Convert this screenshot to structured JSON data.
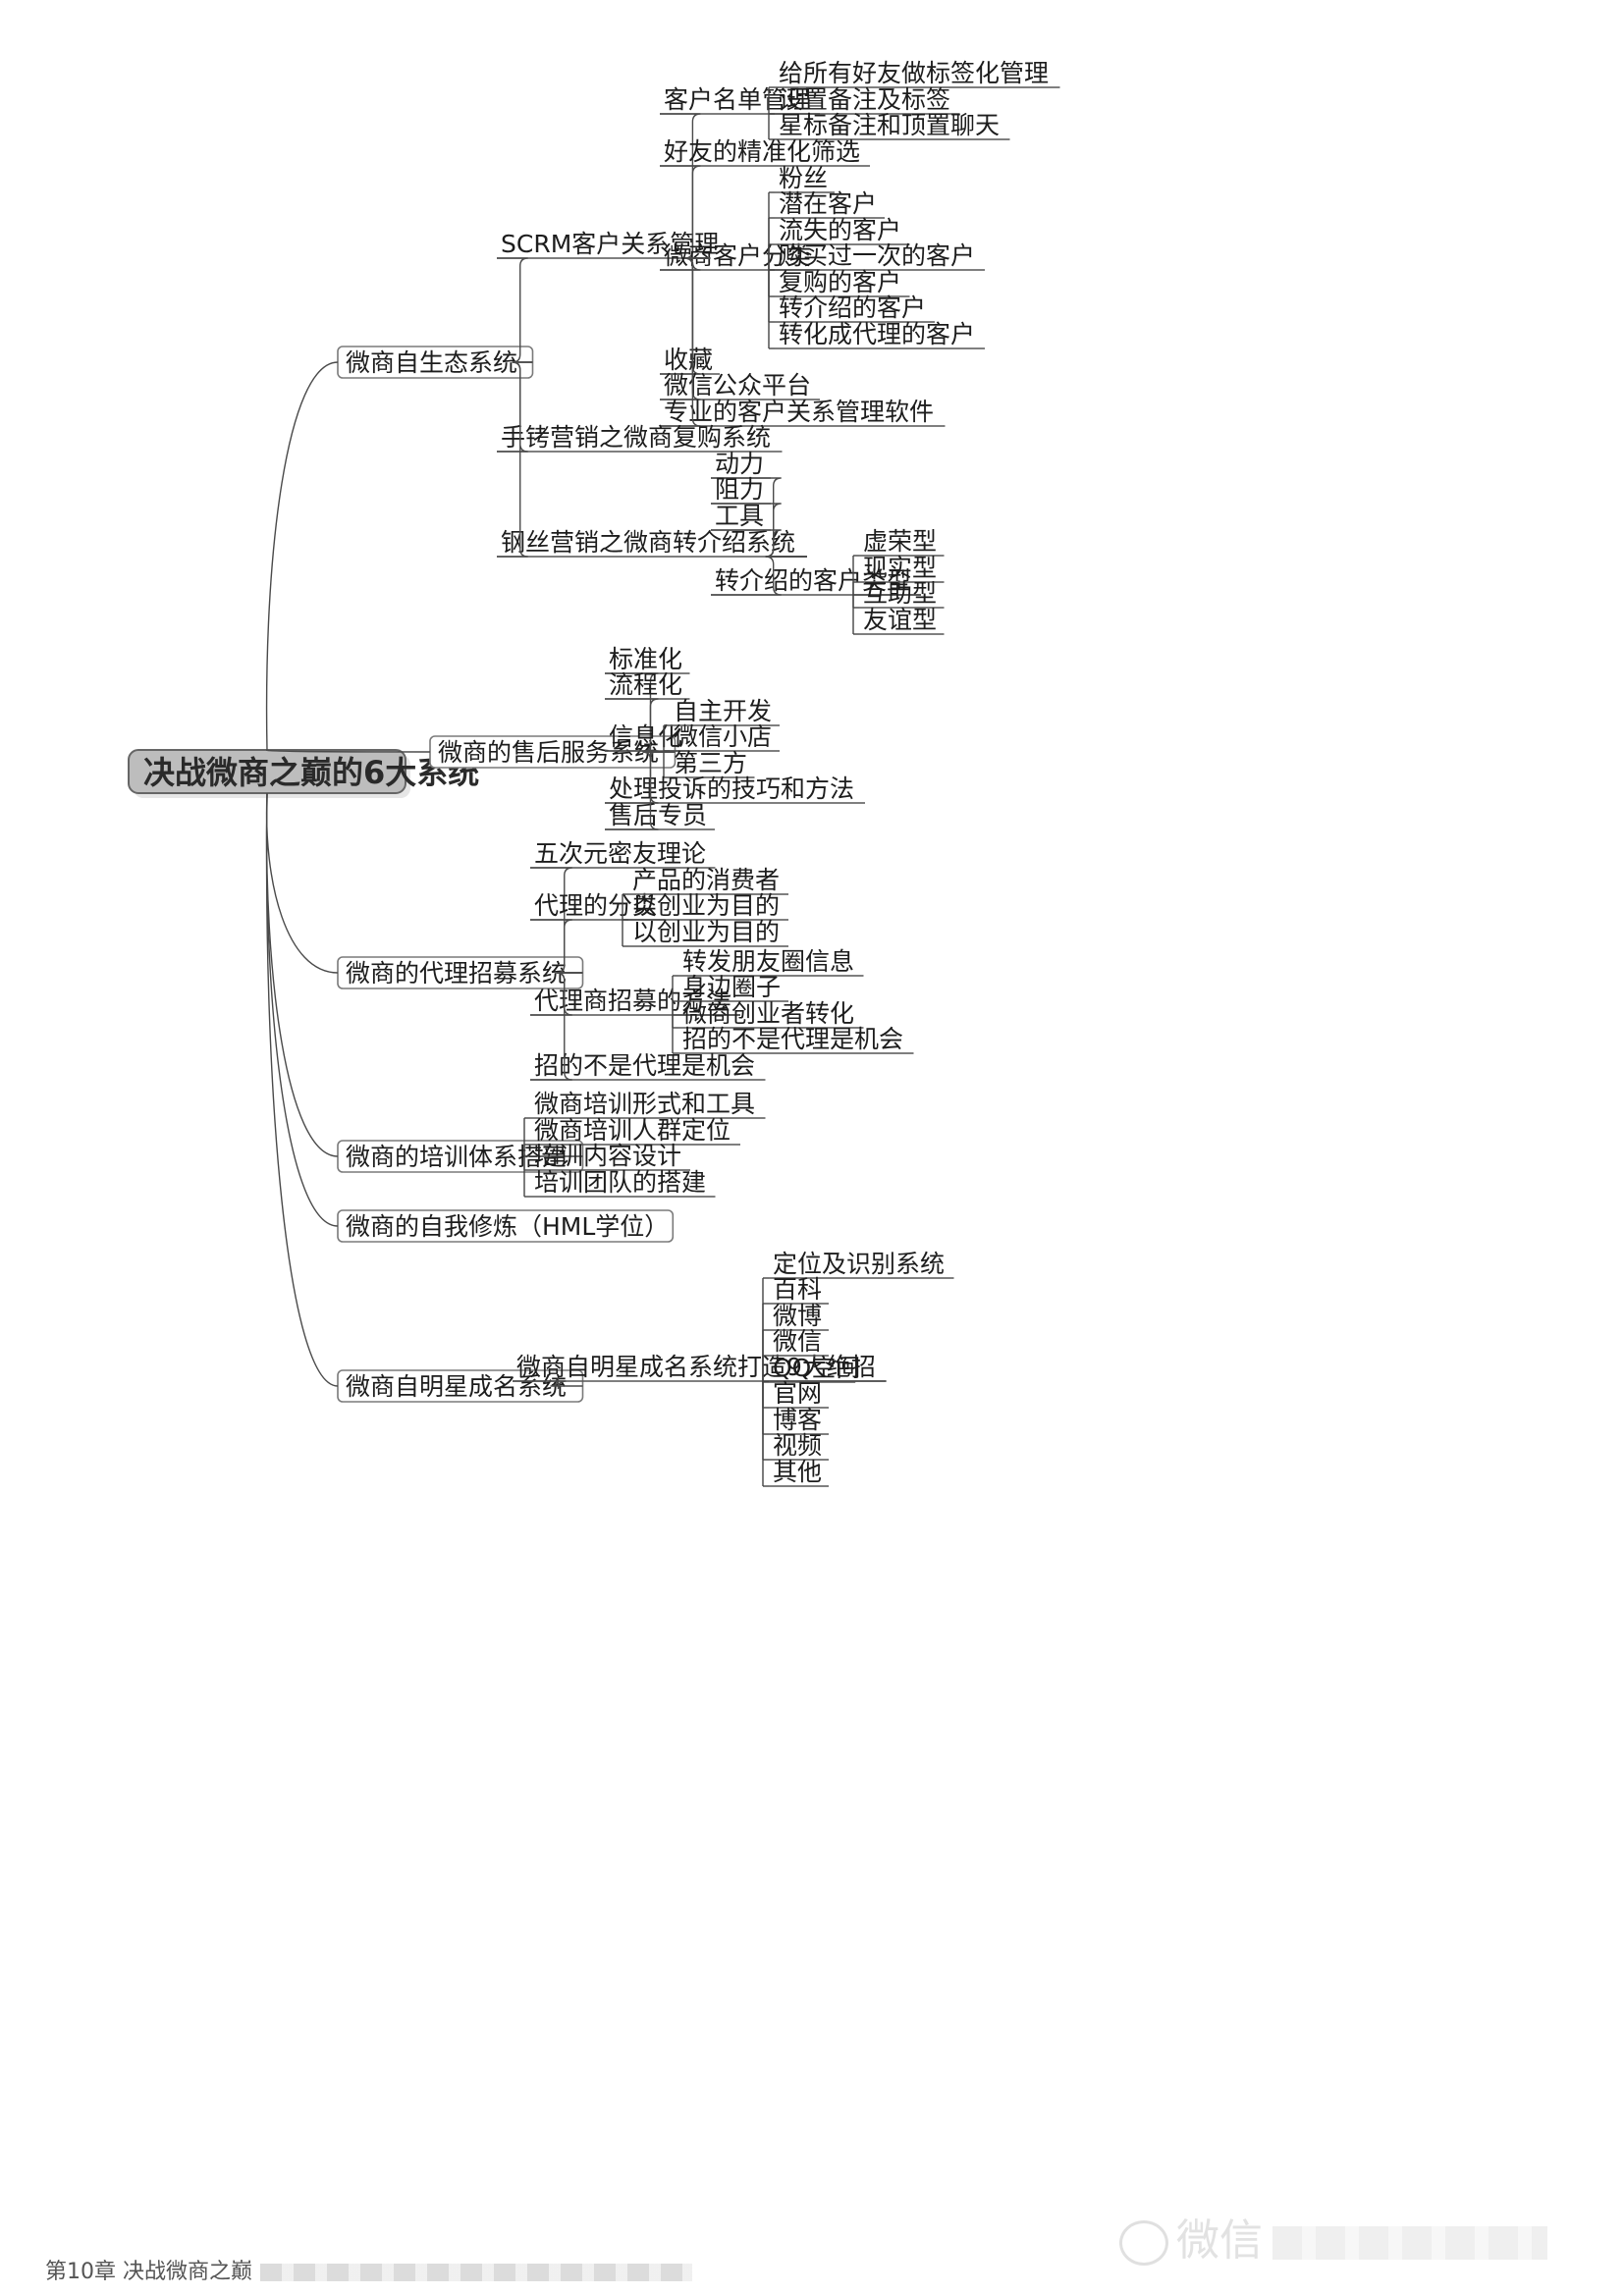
{
  "root": "决战微商之巅的6大系统",
  "branches": [
    {
      "label": "微商自生态系统",
      "children": [
        {
          "label": "SCRM客户关系管理",
          "children": [
            {
              "label": "客户名单管理",
              "children": [
                {
                  "label": "给所有好友做标签化管理"
                },
                {
                  "label": "设置备注及标签"
                },
                {
                  "label": "星标备注和顶置聊天"
                }
              ]
            },
            {
              "label": "好友的精准化筛选"
            },
            {
              "label": "微商客户分类",
              "children": [
                {
                  "label": "粉丝"
                },
                {
                  "label": "潜在客户"
                },
                {
                  "label": "流失的客户"
                },
                {
                  "label": "购买过一次的客户"
                },
                {
                  "label": "复购的客户"
                },
                {
                  "label": "转介绍的客户"
                },
                {
                  "label": "转化成代理的客户"
                }
              ]
            },
            {
              "label": "收藏"
            },
            {
              "label": "微信公众平台"
            },
            {
              "label": "专业的客户关系管理软件"
            }
          ]
        },
        {
          "label": "手铐营销之微商复购系统"
        },
        {
          "label": "钢丝营销之微商转介绍系统",
          "children": [
            {
              "label": "动力"
            },
            {
              "label": "阻力"
            },
            {
              "label": "工具"
            },
            {
              "label": "转介绍的客户类型",
              "children": [
                {
                  "label": "虚荣型"
                },
                {
                  "label": "现实型"
                },
                {
                  "label": "互助型"
                },
                {
                  "label": "友谊型"
                }
              ]
            }
          ]
        }
      ]
    },
    {
      "label": "微商的售后服务系统",
      "children": [
        {
          "label": "标准化"
        },
        {
          "label": "流程化"
        },
        {
          "label": "信息化",
          "children": [
            {
              "label": "自主开发"
            },
            {
              "label": "微信小店"
            },
            {
              "label": "第三方"
            }
          ]
        },
        {
          "label": "处理投诉的技巧和方法"
        },
        {
          "label": "售后专员"
        }
      ]
    },
    {
      "label": "微商的代理招募系统",
      "children": [
        {
          "label": "五次元密友理论"
        },
        {
          "label": "代理的分类",
          "children": [
            {
              "label": "产品的消费者"
            },
            {
              "label": "以创业为目的"
            },
            {
              "label": "以创业为目的"
            }
          ]
        },
        {
          "label": "代理商招募的方法",
          "children": [
            {
              "label": "转发朋友圈信息"
            },
            {
              "label": "身边圈子"
            },
            {
              "label": "微商创业者转化"
            },
            {
              "label": "招的不是代理是机会"
            }
          ]
        },
        {
          "label": "招的不是代理是机会"
        }
      ]
    },
    {
      "label": "微商的培训体系搭建",
      "children": [
        {
          "label": "微商培训形式和工具"
        },
        {
          "label": "微商培训人群定位"
        },
        {
          "label": "培训内容设计"
        },
        {
          "label": "培训团队的搭建"
        }
      ]
    },
    {
      "label": "微商的自我修炼（HML学位）"
    },
    {
      "label": "微商自明星成名系统",
      "children": [
        {
          "label": "微商自明星成名系统打造9大绝招",
          "children": [
            {
              "label": "定位及识别系统"
            },
            {
              "label": "百科"
            },
            {
              "label": "微博"
            },
            {
              "label": "微信"
            },
            {
              "label": "QQ空间"
            },
            {
              "label": "官网"
            },
            {
              "label": "博客"
            },
            {
              "label": "视频"
            },
            {
              "label": "其他"
            }
          ]
        }
      ]
    }
  ],
  "footer": {
    "text": "第10章 决战微商之巅",
    "watermark": "微信"
  }
}
